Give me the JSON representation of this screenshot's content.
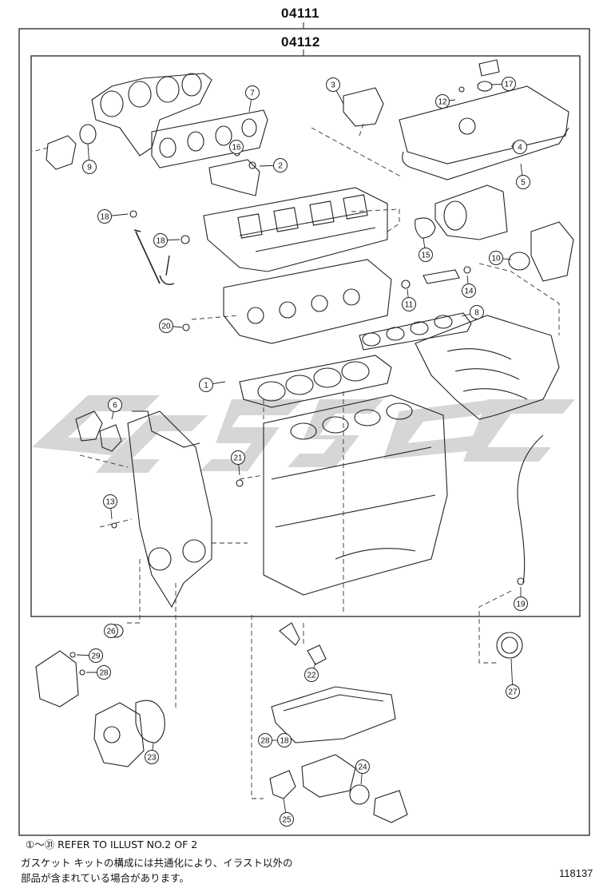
{
  "diagram": {
    "outer_set_code": "04111",
    "inner_set_code": "04112",
    "figure_number": "118137",
    "watermark_color": "#cfcfcf",
    "callouts": [
      {
        "num": "1"
      },
      {
        "num": "2"
      },
      {
        "num": "3"
      },
      {
        "num": "4"
      },
      {
        "num": "5"
      },
      {
        "num": "6"
      },
      {
        "num": "7"
      },
      {
        "num": "8"
      },
      {
        "num": "9"
      },
      {
        "num": "10"
      },
      {
        "num": "11"
      },
      {
        "num": "12"
      },
      {
        "num": "13"
      },
      {
        "num": "14"
      },
      {
        "num": "15"
      },
      {
        "num": "16"
      },
      {
        "num": "17"
      },
      {
        "num": "18"
      },
      {
        "num": "18"
      },
      {
        "num": "18"
      },
      {
        "num": "19"
      },
      {
        "num": "20"
      },
      {
        "num": "21"
      },
      {
        "num": "22"
      },
      {
        "num": "23"
      },
      {
        "num": "24"
      },
      {
        "num": "25"
      },
      {
        "num": "26"
      },
      {
        "num": "27"
      },
      {
        "num": "28"
      },
      {
        "num": "28"
      },
      {
        "num": "29"
      }
    ]
  },
  "footer": {
    "refer_note": "①～㉛ REFER TO ILLUST NO.2 OF 2",
    "japanese_line_1": "ガスケット キットの構成には共通化により、イラスト以外の",
    "japanese_line_2": "部品が含まれている場合があります。"
  }
}
